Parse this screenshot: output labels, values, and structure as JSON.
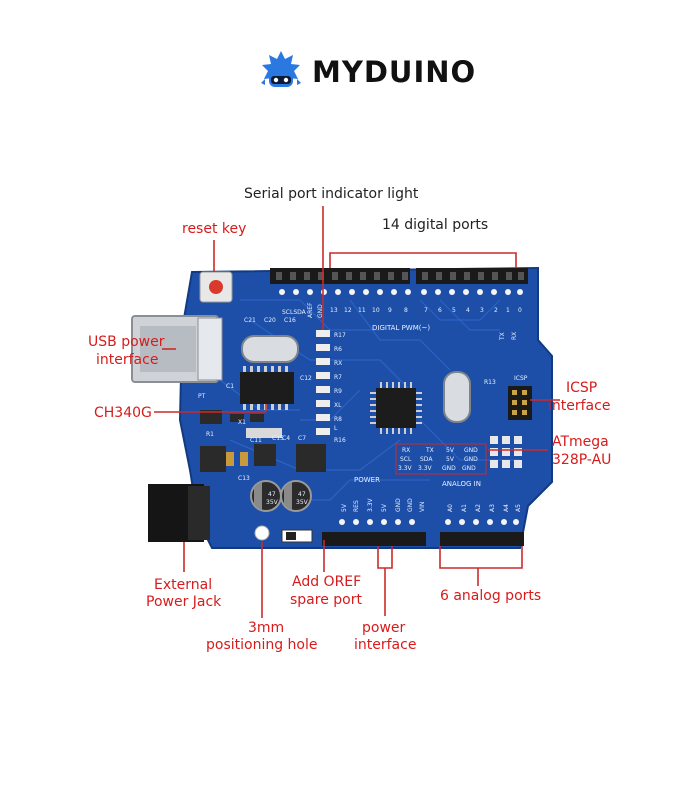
{
  "brand": {
    "name": "MYDUINO",
    "logo_icon": "blue-crown-mascot-icon"
  },
  "colors": {
    "board": "#1d4fa8",
    "label_red": "#d81b1b",
    "label_dark": "#333333",
    "leader_line": "#cc2a2a"
  },
  "labels": {
    "serial_indicator": "Serial port indicator light",
    "digital_ports": "14 digital ports",
    "reset_key": "reset key",
    "usb_power_1": "USB power",
    "usb_power_2": "interface",
    "ch340g": "CH340G",
    "icsp_1": "ICSP",
    "icsp_2": "interface",
    "atmega_1": "ATmega",
    "atmega_2": "328P-AU",
    "external_jack_1": "External",
    "external_jack_2": "Power Jack",
    "add_oref_1": "Add OREF",
    "add_oref_2": "spare port",
    "six_analog": "6 analog ports",
    "hole_1": "3mm",
    "hole_2": "positioning hole",
    "power_iface_1": "power",
    "power_iface_2": "interface"
  },
  "silkscreen": {
    "digital_pwm": "DIGITAL PWM(~)",
    "power": "POWER",
    "analog_in": "ANALOG IN",
    "icsp": "ICSP",
    "scl_sda": "SCLSDA",
    "aref": "AREF",
    "gnd": "GND",
    "digital_pins": [
      "13",
      "12",
      "11",
      "10",
      "9",
      "8",
      "7",
      "6",
      "5",
      "4",
      "3",
      "2",
      "1",
      "0"
    ],
    "power_pins": [
      "5V",
      "RES",
      "3.3V",
      "5V",
      "GND",
      "GND",
      "VIN"
    ],
    "analog_pins": [
      "A0",
      "A1",
      "A2",
      "A3",
      "A4",
      "A5"
    ],
    "resistors": [
      "R17",
      "R6",
      "RX",
      "R7",
      "R9",
      "XL",
      "R8",
      "L",
      "R16"
    ],
    "header_row1": [
      "RX",
      "TX",
      "5V",
      "GND"
    ],
    "header_row2": [
      "SCL",
      "SDA",
      "5V",
      "GND"
    ],
    "header_row3": [
      "3.3V",
      "3.3V",
      "GND",
      "GND"
    ],
    "caps": [
      "C21",
      "C20",
      "C16",
      "C1",
      "C12",
      "C11",
      "C13",
      "C15",
      "C4",
      "C7"
    ],
    "r13": "R13",
    "tx_rx": [
      "TX",
      "RX"
    ],
    "cap_text": [
      "47",
      "35V"
    ],
    "misc": [
      "PT",
      "X1",
      "R1"
    ]
  }
}
